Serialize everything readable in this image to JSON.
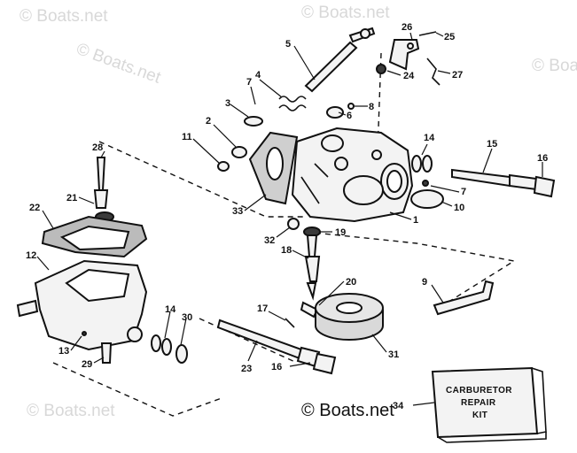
{
  "watermark": {
    "text": "© Boats.net"
  },
  "copyright": {
    "text": "© Boats.net"
  },
  "repair_kit": {
    "line1": "CARBURETOR",
    "line2": "REPAIR",
    "line3": "KIT"
  },
  "callouts": [
    {
      "id": "1",
      "label": "1"
    },
    {
      "id": "2",
      "label": "2"
    },
    {
      "id": "3",
      "label": "3"
    },
    {
      "id": "4",
      "label": "4"
    },
    {
      "id": "5",
      "label": "5"
    },
    {
      "id": "6",
      "label": "6"
    },
    {
      "id": "7",
      "label": "7"
    },
    {
      "id": "7b",
      "label": "7"
    },
    {
      "id": "8",
      "label": "8"
    },
    {
      "id": "9",
      "label": "9"
    },
    {
      "id": "10",
      "label": "10"
    },
    {
      "id": "11",
      "label": "11"
    },
    {
      "id": "12",
      "label": "12"
    },
    {
      "id": "13",
      "label": "13"
    },
    {
      "id": "14",
      "label": "14"
    },
    {
      "id": "14b",
      "label": "14"
    },
    {
      "id": "15",
      "label": "15"
    },
    {
      "id": "16",
      "label": "16"
    },
    {
      "id": "16b",
      "label": "16"
    },
    {
      "id": "17",
      "label": "17"
    },
    {
      "id": "18",
      "label": "18"
    },
    {
      "id": "19",
      "label": "19"
    },
    {
      "id": "20",
      "label": "20"
    },
    {
      "id": "21",
      "label": "21"
    },
    {
      "id": "22",
      "label": "22"
    },
    {
      "id": "23",
      "label": "23"
    },
    {
      "id": "24",
      "label": "24"
    },
    {
      "id": "25",
      "label": "25"
    },
    {
      "id": "26",
      "label": "26"
    },
    {
      "id": "27",
      "label": "27"
    },
    {
      "id": "28",
      "label": "28"
    },
    {
      "id": "29",
      "label": "29"
    },
    {
      "id": "30",
      "label": "30"
    },
    {
      "id": "31",
      "label": "31"
    },
    {
      "id": "32",
      "label": "32"
    },
    {
      "id": "33",
      "label": "33"
    },
    {
      "id": "34",
      "label": "34"
    }
  ]
}
